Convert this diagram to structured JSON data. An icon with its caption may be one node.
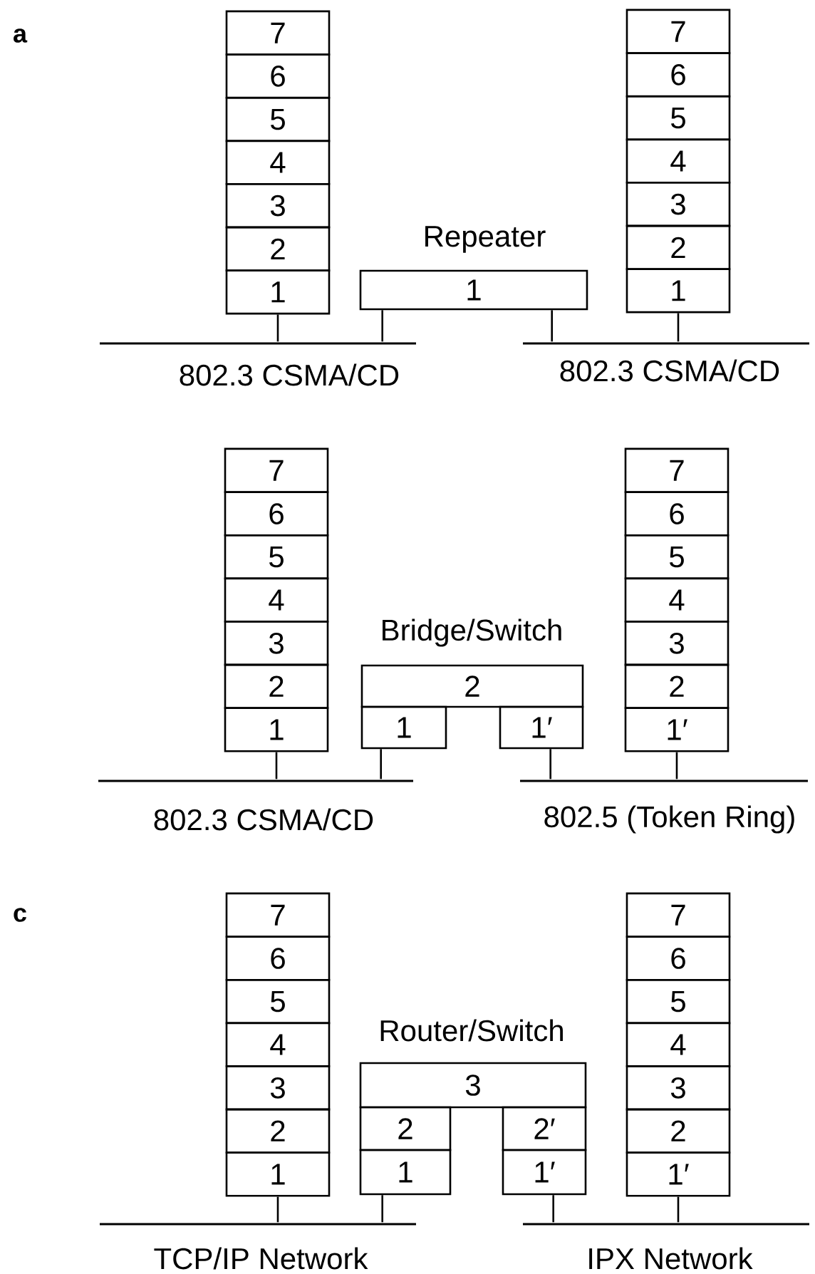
{
  "diagram": {
    "nodes": [
      {
        "text": [
          "7"
        ]
      },
      {
        "text": [
          "6"
        ]
      },
      {
        "text": [
          "5"
        ]
      },
      {
        "text": [
          "4"
        ]
      },
      {
        "text": [
          "3"
        ]
      },
      {
        "text": [
          "2"
        ]
      },
      {
        "text": [
          "1"
        ]
      },
      {
        "text": [
          "1"
        ],
        "beside": [
          "Repeater"
        ]
      },
      {
        "text": [
          "7"
        ]
      },
      {
        "text": [
          "6"
        ]
      },
      {
        "text": [
          "5"
        ]
      },
      {
        "text": [
          "4"
        ]
      },
      {
        "text": [
          "3"
        ]
      },
      {
        "text": [
          "2"
        ]
      },
      {
        "text": [
          "1"
        ]
      },
      {
        "text": [],
        "shape": "bar",
        "beside": [
          "802.3 CSMA/CD"
        ]
      },
      {
        "text": [],
        "shape": "bar",
        "beside": [
          "802.3 CSMA/CD"
        ]
      },
      {
        "text": [
          "7"
        ]
      },
      {
        "text": [
          "6"
        ]
      },
      {
        "text": [
          "5"
        ]
      },
      {
        "text": [
          "4"
        ]
      },
      {
        "text": [
          "3"
        ]
      },
      {
        "text": [
          "2"
        ]
      },
      {
        "text": [
          "1"
        ]
      },
      {
        "text": [
          "2"
        ],
        "beside": [
          "Bridge/Switch"
        ]
      },
      {
        "text": [
          "1"
        ]
      },
      {
        "text": [
          "1′"
        ]
      },
      {
        "text": [
          "7"
        ]
      },
      {
        "text": [
          "6"
        ]
      },
      {
        "text": [
          "5"
        ]
      },
      {
        "text": [
          "4"
        ]
      },
      {
        "text": [
          "3"
        ]
      },
      {
        "text": [
          "2"
        ]
      },
      {
        "text": [
          "1′"
        ]
      },
      {
        "text": [],
        "shape": "bar",
        "beside": [
          "802.3 CSMA/CD"
        ]
      },
      {
        "text": [],
        "shape": "bar",
        "beside": [
          "802.5 (Token Ring)"
        ]
      },
      {
        "text": [
          "7"
        ]
      },
      {
        "text": [
          "6"
        ]
      },
      {
        "text": [
          "5"
        ]
      },
      {
        "text": [
          "4"
        ]
      },
      {
        "text": [
          "3"
        ]
      },
      {
        "text": [
          "2"
        ]
      },
      {
        "text": [
          "1"
        ]
      },
      {
        "text": [
          "3"
        ],
        "beside": [
          "Router/Switch"
        ]
      },
      {
        "text": [
          "2"
        ]
      },
      {
        "text": [
          "2′"
        ]
      },
      {
        "text": [
          "1"
        ]
      },
      {
        "text": [
          "1′"
        ]
      },
      {
        "text": [
          "7"
        ]
      },
      {
        "text": [
          "6"
        ]
      },
      {
        "text": [
          "5"
        ]
      },
      {
        "text": [
          "4"
        ]
      },
      {
        "text": [
          "3"
        ]
      },
      {
        "text": [
          "2"
        ]
      },
      {
        "text": [
          "1′"
        ]
      },
      {
        "text": [],
        "shape": "bar",
        "beside": [
          "TCP/IP Network"
        ]
      },
      {
        "text": [],
        "shape": "bar",
        "beside": [
          "IPX Network"
        ]
      }
    ],
    "edges": [
      {
        "from": 6,
        "to": 15,
        "arrow": "none"
      },
      {
        "from": 7,
        "to": 15,
        "arrow": "none"
      },
      {
        "from": 7,
        "to": 16,
        "arrow": "none"
      },
      {
        "from": 14,
        "to": 16,
        "arrow": "none"
      },
      {
        "from": 23,
        "to": 34,
        "arrow": "none"
      },
      {
        "from": 25,
        "to": 34,
        "arrow": "none"
      },
      {
        "from": 26,
        "to": 35,
        "arrow": "none"
      },
      {
        "from": 33,
        "to": 35,
        "arrow": "none"
      },
      {
        "from": 42,
        "to": 55,
        "arrow": "none"
      },
      {
        "from": 46,
        "to": 55,
        "arrow": "none"
      },
      {
        "from": 47,
        "to": 56,
        "arrow": "none"
      },
      {
        "from": 54,
        "to": 56,
        "arrow": "none"
      }
    ],
    "labels": [
      "a",
      "c"
    ]
  }
}
